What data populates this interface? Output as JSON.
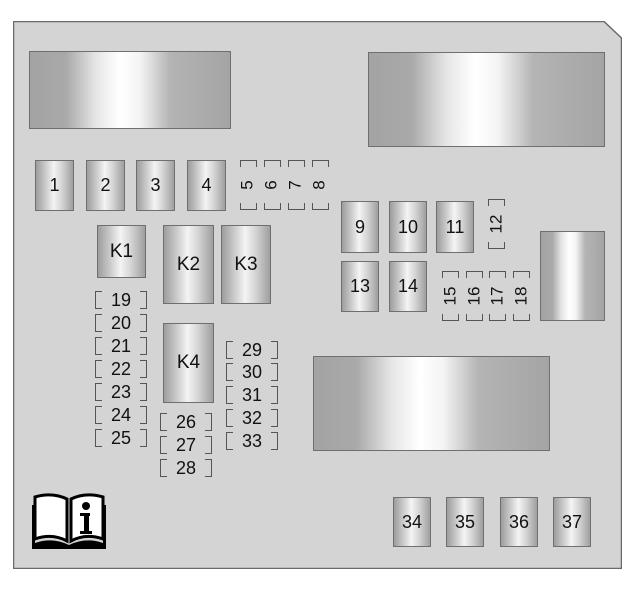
{
  "diagram": {
    "type": "fuse-box-layout",
    "colors": {
      "panel": "#d4d4d4",
      "panel_border": "#6a6a6a",
      "component_border": "#6f6f6f",
      "text": "#111111"
    },
    "large_blocks": [
      {
        "id": "block-top-left"
      },
      {
        "id": "block-top-right"
      },
      {
        "id": "block-right-mid"
      },
      {
        "id": "block-bottom-mid"
      }
    ],
    "fuses_top_row": [
      "1",
      "2",
      "3",
      "4"
    ],
    "mini_slots_top": [
      "5",
      "6",
      "7",
      "8"
    ],
    "fuses_mid_upper": [
      "9",
      "10",
      "11"
    ],
    "mini_slot_12": "12",
    "fuses_mid_lower": [
      "13",
      "14"
    ],
    "mini_slots_mid": [
      "15",
      "16",
      "17",
      "18"
    ],
    "relays": [
      "K1",
      "K2",
      "K3",
      "K4"
    ],
    "slots_left_column": [
      "19",
      "20",
      "21",
      "22",
      "23",
      "24",
      "25"
    ],
    "slots_center_column": [
      "26",
      "27",
      "28"
    ],
    "slots_right_column": [
      "29",
      "30",
      "31",
      "32",
      "33"
    ],
    "fuses_bottom_row": [
      "34",
      "35",
      "36",
      "37"
    ],
    "icons": {
      "manual": "owner-manual-info-icon"
    }
  }
}
